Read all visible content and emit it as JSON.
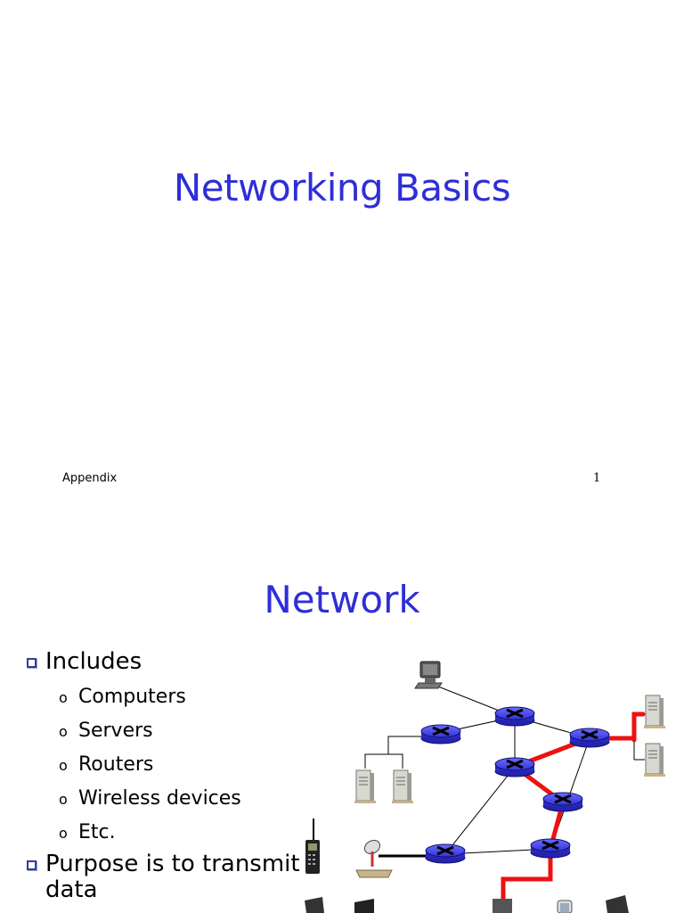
{
  "slide1": {
    "title": "Networking Basics",
    "footer_left": "Appendix",
    "page_number": "1"
  },
  "slide2": {
    "title": "Network",
    "bullets": [
      {
        "text": "Includes",
        "sub": [
          "Computers",
          "Servers",
          "Routers",
          "Wireless devices",
          "Etc."
        ]
      },
      {
        "text": "Purpose is to transmit data",
        "sub": []
      }
    ]
  },
  "colors": {
    "title": "#2e2ed8",
    "router": "#3a3ae0",
    "highlight_link": "#ee1111",
    "bullet_box": "#2e3da0"
  },
  "icons": [
    "router-icon",
    "server-icon",
    "desktop-computer-icon",
    "cell-phone-icon",
    "satellite-dish-icon",
    "laptop-icon",
    "pda-icon"
  ]
}
